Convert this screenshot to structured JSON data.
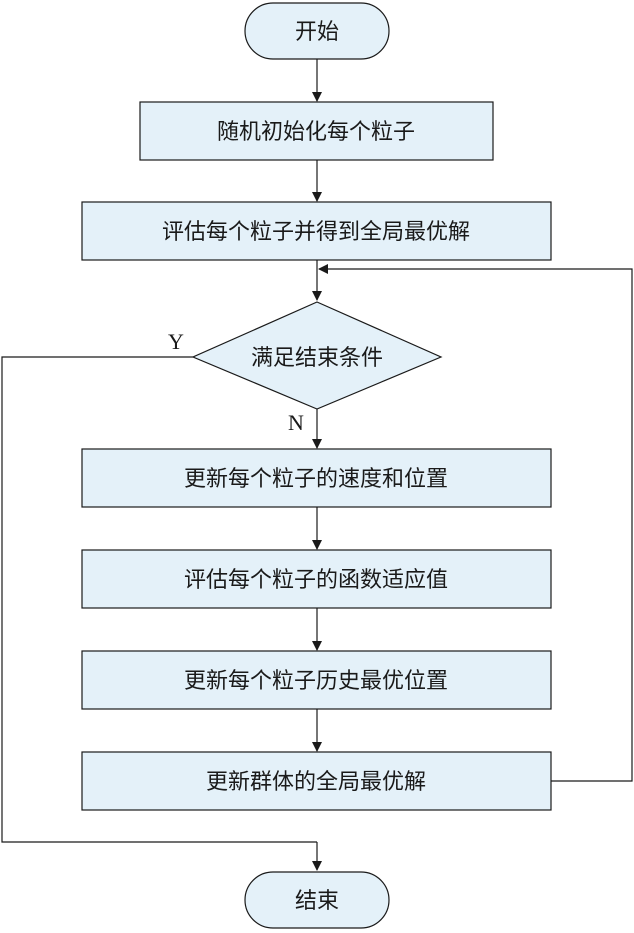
{
  "flowchart": {
    "start": "开始",
    "init": "随机初始化每个粒子",
    "evaluate_global": "评估每个粒子并得到全局最优解",
    "condition": "满足结束条件",
    "yes_label": "Y",
    "no_label": "N",
    "update_velocity": "更新每个粒子的速度和位置",
    "evaluate_fitness": "评估每个粒子的函数适应值",
    "update_pbest": "更新每个粒子历史最优位置",
    "update_gbest": "更新群体的全局最优解",
    "end": "结束"
  },
  "colors": {
    "box_fill": "#e4f1f9",
    "stroke": "#1a1a1a"
  }
}
